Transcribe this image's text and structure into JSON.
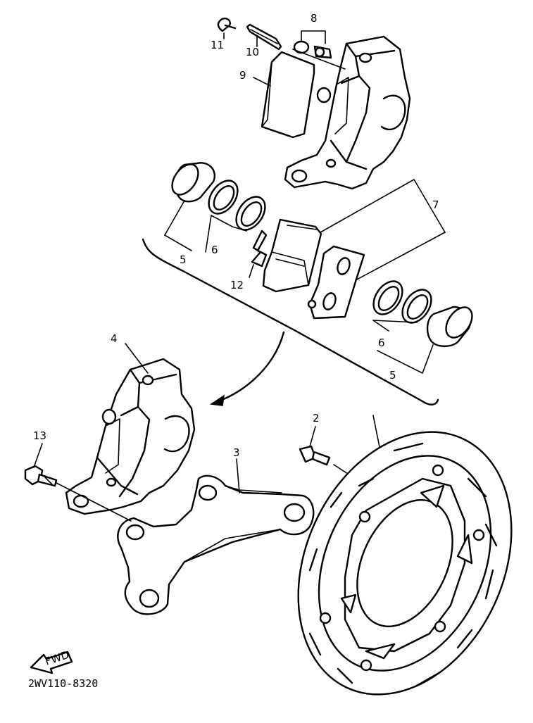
{
  "callouts": {
    "c2": "2",
    "c3": "3",
    "c4": "4",
    "c5a": "5",
    "c5b": "5",
    "c6a": "6",
    "c6b": "6",
    "c7": "7",
    "c8": "8",
    "c9": "9",
    "c10": "10",
    "c11": "11",
    "c12": "12",
    "c13": "13"
  },
  "fwd_label": "FWD",
  "diagram_code": "2WV110-8320"
}
